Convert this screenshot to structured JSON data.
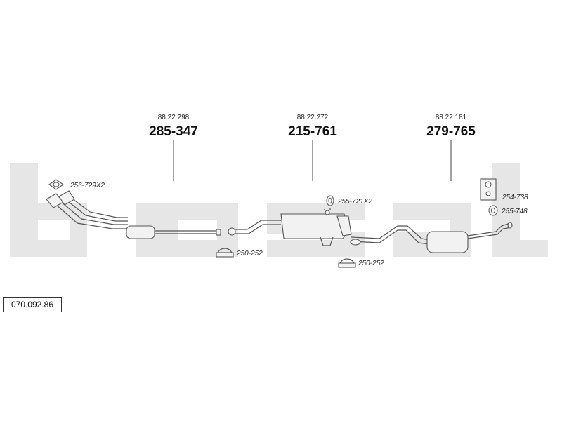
{
  "catalog_number": "070.092.86",
  "watermark": "bosal",
  "parts": [
    {
      "ref": "88.22.298",
      "number": "285-347"
    },
    {
      "ref": "88.22.272",
      "number": "215-761"
    },
    {
      "ref": "88.22.181",
      "number": "279-765"
    }
  ],
  "accessories": [
    {
      "label": "256-729X2",
      "icon": "gasket-icon"
    },
    {
      "label": "255-721X2",
      "icon": "rubber-ring-icon"
    },
    {
      "label": "250-252",
      "icon": "clamp-icon"
    },
    {
      "label": "250-252",
      "icon": "clamp-icon"
    },
    {
      "label": "254-738",
      "icon": "mounting-bracket-icon"
    },
    {
      "label": "255-748",
      "icon": "rubber-ring-icon"
    }
  ]
}
